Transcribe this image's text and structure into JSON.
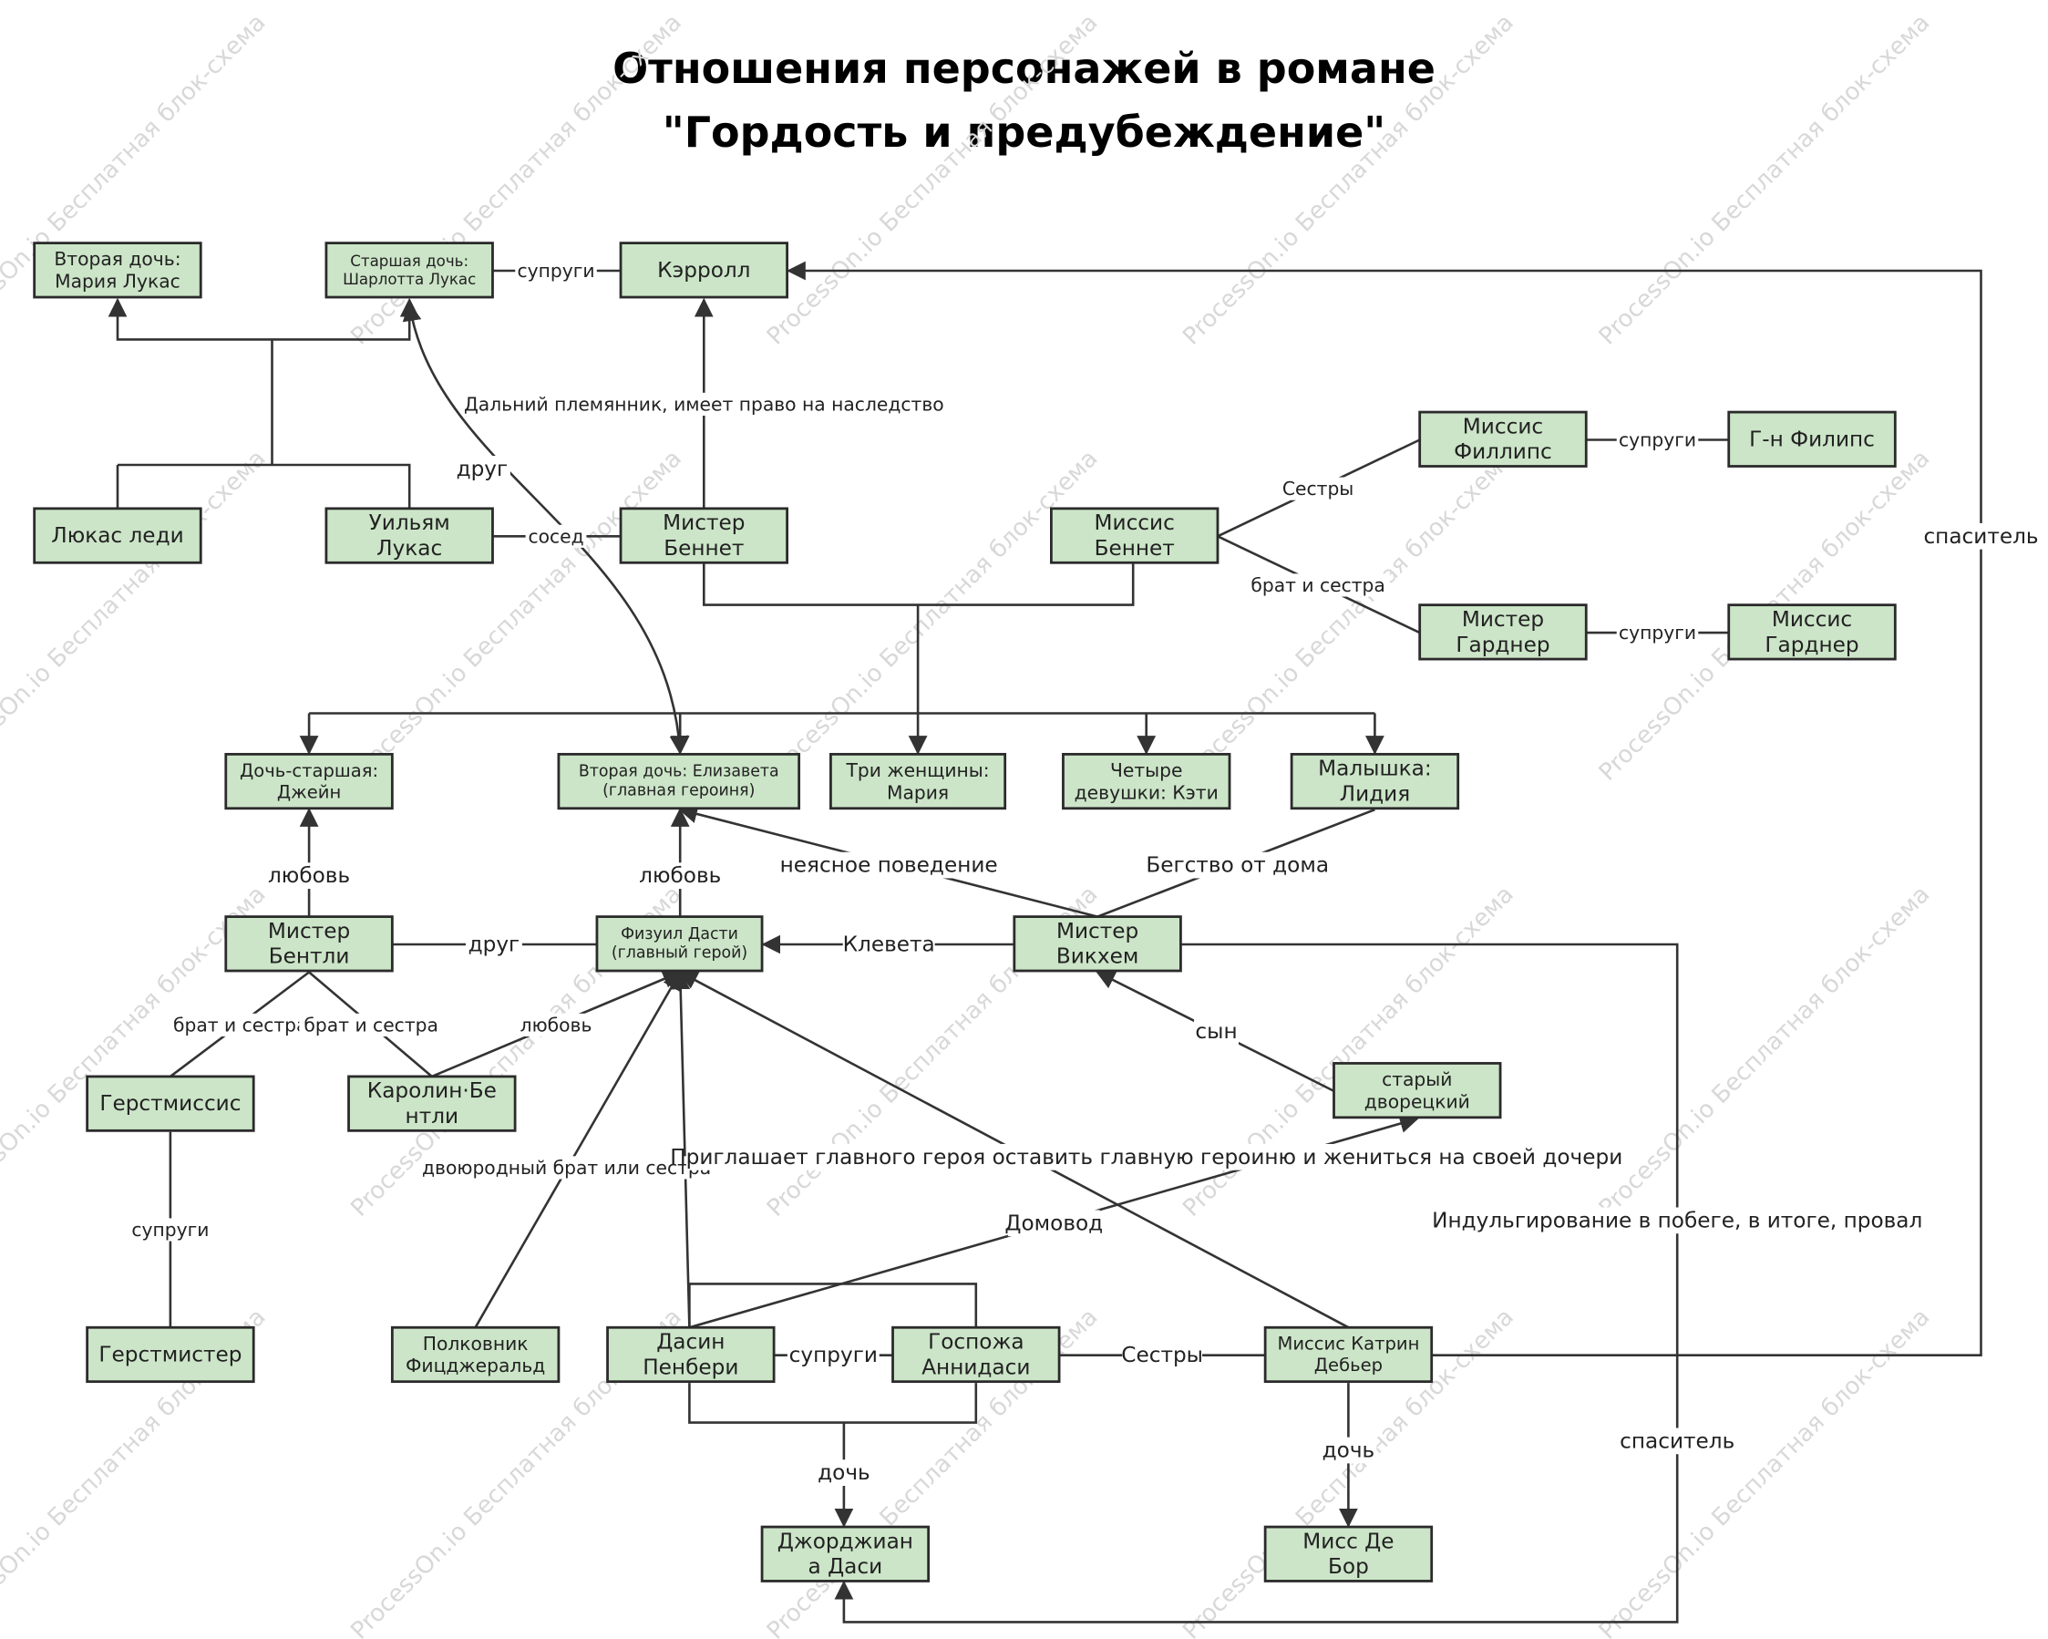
{
  "title": {
    "line1": "Отношения персонажей в романе",
    "line2": "\"Гордость и предубеждение\""
  },
  "watermark": "ProcessOn.io Бесплатная блок-схема",
  "colors": {
    "node_fill": "#cce5c8",
    "node_stroke": "#2b2b2b",
    "line": "#333333"
  },
  "nodes": {
    "maria_lucas": [
      "Вторая дочь:",
      "Мария Лукас"
    ],
    "charlotte": [
      "Старшая дочь:",
      "Шарлотта Лукас"
    ],
    "collins": [
      "Кэрролл"
    ],
    "lady_lucas": [
      "Люкас леди"
    ],
    "william_lucas": [
      "Уильям",
      "Лукас"
    ],
    "mr_bennet": [
      "Мистер",
      "Беннет"
    ],
    "mrs_bennet": [
      "Миссис",
      "Беннет"
    ],
    "mrs_phillips": [
      "Миссис",
      "Филлипс"
    ],
    "mr_phillips": [
      "Г-н Филипс"
    ],
    "mr_gardiner": [
      "Мистер",
      "Гарднер"
    ],
    "mrs_gardiner": [
      "Миссис",
      "Гарднер"
    ],
    "jane": [
      "Дочь-старшая:",
      "Джейн"
    ],
    "elizabeth": [
      "Вторая дочь: Елизавета",
      "(главная героиня)"
    ],
    "mary": [
      "Три женщины:",
      "Мария"
    ],
    "kitty": [
      "Четыре",
      "девушки: Кэти"
    ],
    "lydia": [
      "Малышка:",
      "Лидия"
    ],
    "bingley": [
      "Мистер",
      "Бентли"
    ],
    "darcy": [
      "Физуил Дасти",
      "(главный герой)"
    ],
    "wickham": [
      "Мистер",
      "Викхем"
    ],
    "old_steward": [
      "старый",
      "дворецкий"
    ],
    "hurst_mrs": [
      "Герстмиссис"
    ],
    "caroline": [
      "Каролин·Бе",
      "нтли"
    ],
    "hurst_mr": [
      "Герстмистер"
    ],
    "fitzwilliam": [
      "Полковник",
      "Фицджеральд"
    ],
    "darcy_father": [
      "Дасин",
      "Пенбери"
    ],
    "lady_anne": [
      "Госпожа",
      "Аннидаси"
    ],
    "catherine": [
      "Миссис Катрин",
      "Дебьер"
    ],
    "georgiana": [
      "Джорджиан",
      "а Даси"
    ],
    "anne_de_bourgh": [
      "Мисс Де",
      "Бор"
    ]
  },
  "edge_labels": {
    "charlotte_collins": "супруги",
    "heir": "Дальний племянник, имеет право на наследство",
    "friend_charlotte_liz": "друг",
    "neighbor": "сосед",
    "sisters_phillips": "Сестры",
    "siblings_gardiner": "брат и сестра",
    "spouses_phillips": "супруги",
    "spouses_gardiner": "супруги",
    "love_jane": "любовь",
    "love_liz": "любовь",
    "vague_conduct": "неясное поведение",
    "elopement": "Бегство от дома",
    "friend_bingley_darcy": "друг",
    "slander": "Клевета",
    "son": "сын",
    "siblings_hurst": "брат и сестра",
    "siblings_caroline": "брат и сестра",
    "love_caroline": "любовь",
    "spouses_hurst": "супруги",
    "cousin": "двоюродный брат или сестра",
    "invite": "Приглашает главного героя оставить главную героиню и жениться на своей дочери",
    "steward": "Домовод",
    "indulge": "Индульгирование в побеге, в итоге, провал",
    "spouses_darcy_parents": "супруги",
    "sisters_anne_catherine": "Сестры",
    "daughter_georgiana": "дочь",
    "daughter_anne": "дочь",
    "savior_right": "спаситель",
    "savior_bottom": "спаситель"
  }
}
